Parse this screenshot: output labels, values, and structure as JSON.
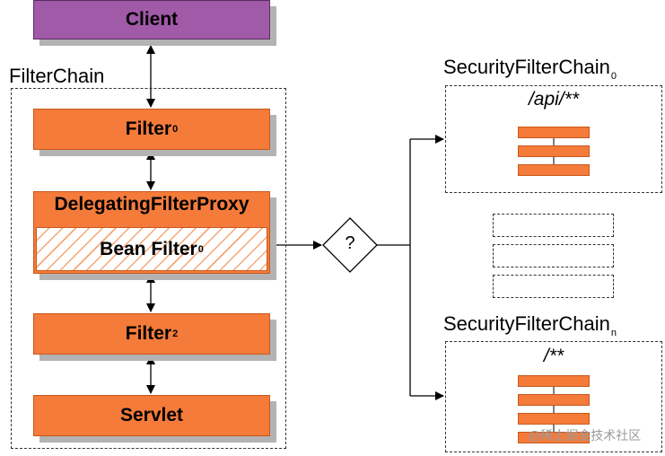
{
  "client": {
    "label": "Client"
  },
  "filter_chain": {
    "title": "FilterChain",
    "filter0": {
      "label": "Filter",
      "sub": "0"
    },
    "delegating": {
      "label": "DelegatingFilterProxy"
    },
    "bean_filter": {
      "label": "Bean Filter",
      "sub": "0"
    },
    "filter2": {
      "label": "Filter",
      "sub": "2"
    },
    "servlet": {
      "label": "Servlet"
    }
  },
  "decision": {
    "label": "?"
  },
  "security_chain_0": {
    "title": "SecurityFilterChain",
    "sub": "0",
    "pattern": "/api/**",
    "bar_count": 3
  },
  "security_chain_n": {
    "title": "SecurityFilterChain",
    "sub": "n",
    "pattern": "/**",
    "bar_count": 4
  },
  "placeholder_chains": {
    "count": 3
  },
  "watermark": {
    "text": "@稀土掘金技术社区"
  },
  "colors": {
    "client": "#a05aa8",
    "filter": "#f47b3a",
    "border": "#c9581c",
    "shadow": "#b3b3b3"
  }
}
